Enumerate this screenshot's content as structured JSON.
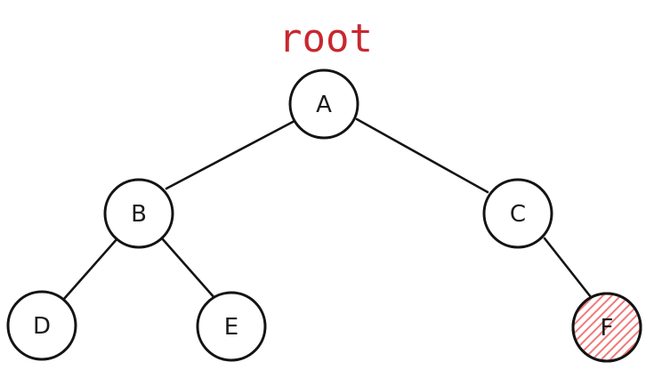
{
  "diagram": {
    "root_label": "root",
    "nodes": [
      {
        "id": "A",
        "label": "A",
        "highlighted": false
      },
      {
        "id": "B",
        "label": "B",
        "highlighted": false
      },
      {
        "id": "C",
        "label": "C",
        "highlighted": false
      },
      {
        "id": "D",
        "label": "D",
        "highlighted": false
      },
      {
        "id": "E",
        "label": "E",
        "highlighted": false
      },
      {
        "id": "F",
        "label": "F",
        "highlighted": true
      }
    ],
    "edges": [
      {
        "from": "A",
        "to": "B"
      },
      {
        "from": "A",
        "to": "C"
      },
      {
        "from": "B",
        "to": "D"
      },
      {
        "from": "B",
        "to": "E"
      },
      {
        "from": "C",
        "to": "F"
      }
    ]
  },
  "colors": {
    "root_label": "#c8282f",
    "highlight_hatch": "#f07a7a",
    "stroke": "#141414"
  }
}
